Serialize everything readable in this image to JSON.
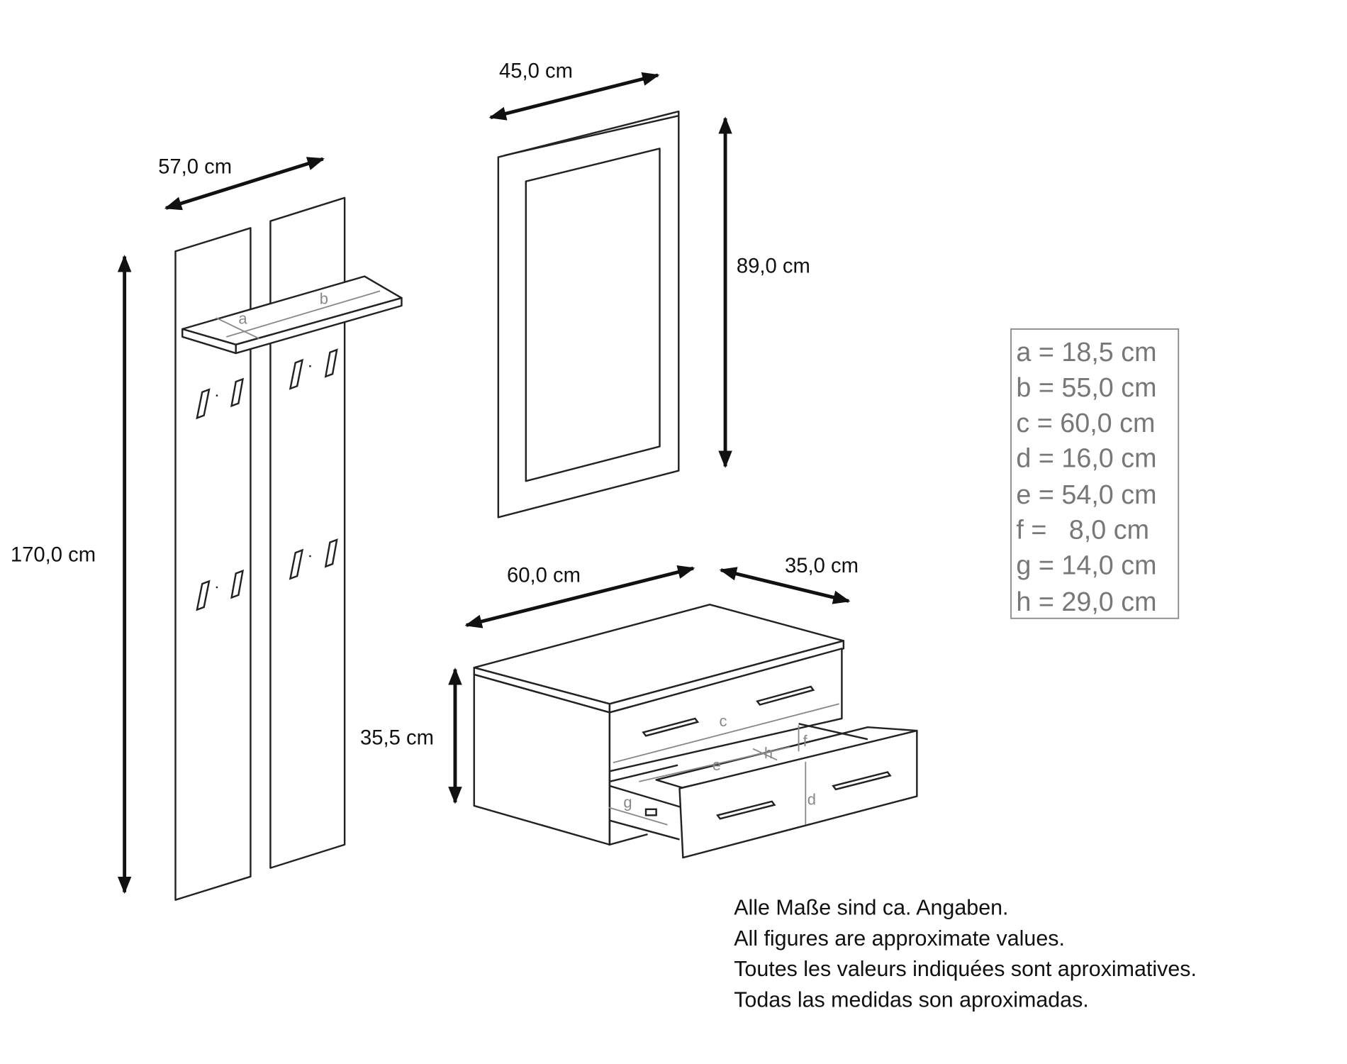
{
  "dimensions": {
    "coat_rack_width": "57,0 cm",
    "coat_rack_height": "170,0 cm",
    "mirror_width": "45,0 cm",
    "mirror_height": "89,0 cm",
    "cabinet_width": "60,0 cm",
    "cabinet_depth": "35,0 cm",
    "cabinet_height": "35,5 cm"
  },
  "part_labels": [
    "a",
    "b",
    "c",
    "d",
    "e",
    "f",
    "g",
    "h"
  ],
  "legend": [
    "a = 18,5 cm",
    "b = 55,0 cm",
    "c = 60,0 cm",
    "d = 16,0 cm",
    "e = 54,0 cm",
    "f =   8,0 cm",
    "g = 14,0 cm",
    "h = 29,0 cm"
  ],
  "notes": [
    "Alle Maße sind ca. Angaben.",
    "All figures are approximate values.",
    "Toutes les valeurs indiquées sont aproximatives.",
    "Todas las medidas son aproximadas."
  ]
}
